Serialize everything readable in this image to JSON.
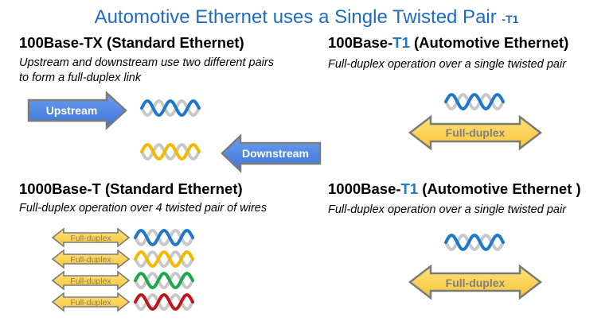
{
  "title": {
    "main": "Automotive Ethernet uses a Single Twisted Pair",
    "suffix": "-T1"
  },
  "q1": {
    "heading": "100Base-TX (Standard Ethernet)",
    "desc": [
      "Upstream and downstream use two different pairs",
      "to form a full-duplex link"
    ],
    "upstream": "Upstream",
    "downstream": "Downstream"
  },
  "q2": {
    "heading_pre": "100Base-",
    "heading_t1": "T1",
    "heading_post": " (Automotive Ethernet)",
    "desc": "Full-duplex operation over a single twisted pair",
    "arrow": "Full-duplex"
  },
  "q3": {
    "heading": "1000Base-T (Standard Ethernet)",
    "desc": "Full-duplex operation over 4 twisted pair of wires",
    "arrows": [
      "Full-duplex",
      "Full-duplex",
      "Full-duplex",
      "Full-duplex"
    ]
  },
  "q4": {
    "heading_pre": "1000Base-",
    "heading_t1": "T1",
    "heading_post": " (Automotive Ethernet )",
    "desc": "Full-duplex operation over a single twisted pair",
    "arrow": "Full-duplex"
  },
  "colors": {
    "title": "#1f6bbf",
    "blue_arrow": "#4a86e8",
    "gold_arrow": "#ffd24d",
    "wire_blue": "#1f78c8",
    "wire_yellow": "#f5b800",
    "wire_green": "#1aa84a",
    "wire_red": "#c0141c",
    "wire_gray": "#c8c8c8"
  }
}
